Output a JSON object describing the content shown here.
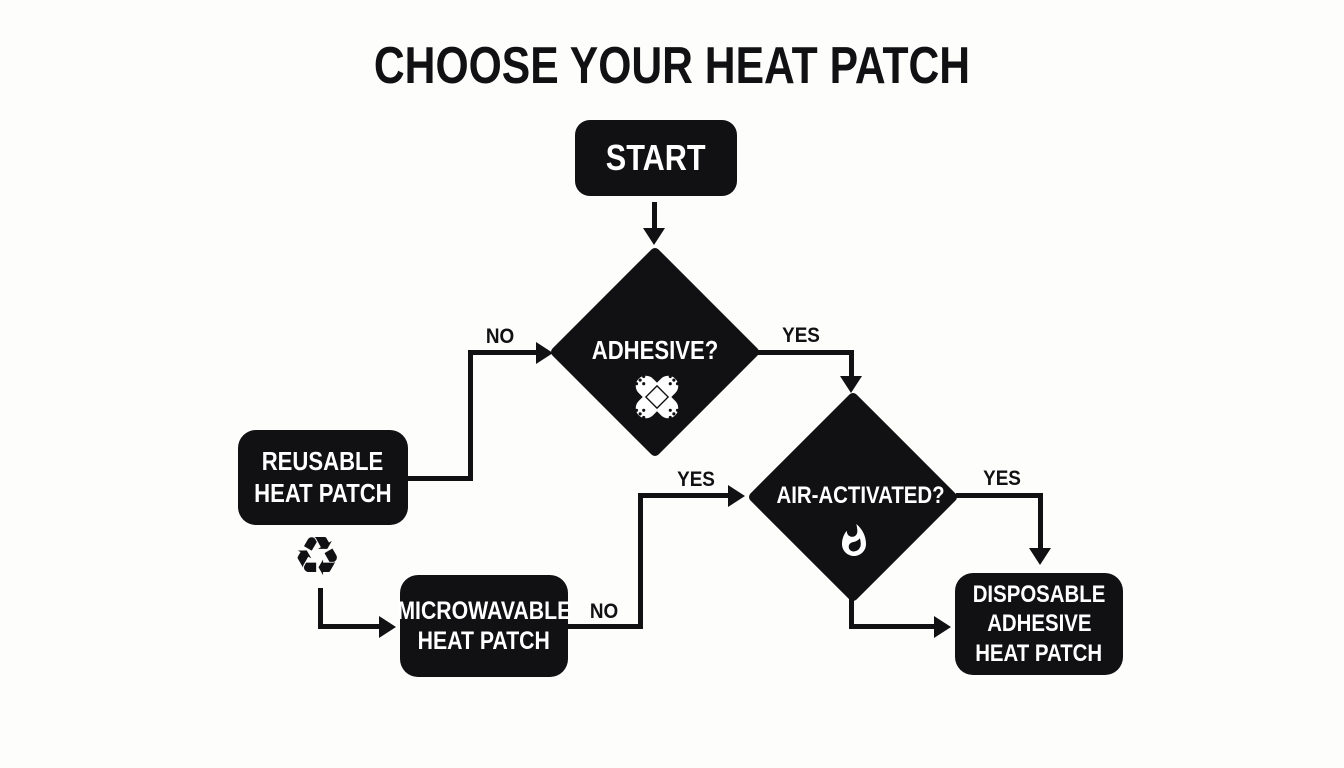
{
  "title": "CHOOSE YOUR HEAT PATCH",
  "colors": {
    "background": "#fdfdfc",
    "ink": "#111114",
    "text_on_ink": "#ffffff"
  },
  "nodes": {
    "start": {
      "label": "START"
    },
    "adhesive": {
      "label": "ADHESIVE?",
      "icon": "bandage-icon"
    },
    "air_activated": {
      "label": "AIR-ACTIVATED?",
      "icon": "flame-icon"
    },
    "reusable": {
      "line1": "REUSABLE",
      "line2": "HEAT PATCH"
    },
    "microwavable": {
      "line1": "MICROWAVABLE",
      "line2": "HEAT PATCH"
    },
    "disposable": {
      "line1": "DISPOSABLE",
      "line2": "ADHESIVE",
      "line3": "HEAT PATCH"
    }
  },
  "edge_labels": {
    "adhesive_no": "NO",
    "adhesive_yes": "YES",
    "air_left_yes": "YES",
    "microwavable_no": "NO",
    "air_right_yes": "YES"
  },
  "icons": {
    "recycle_glyph": "♻"
  }
}
